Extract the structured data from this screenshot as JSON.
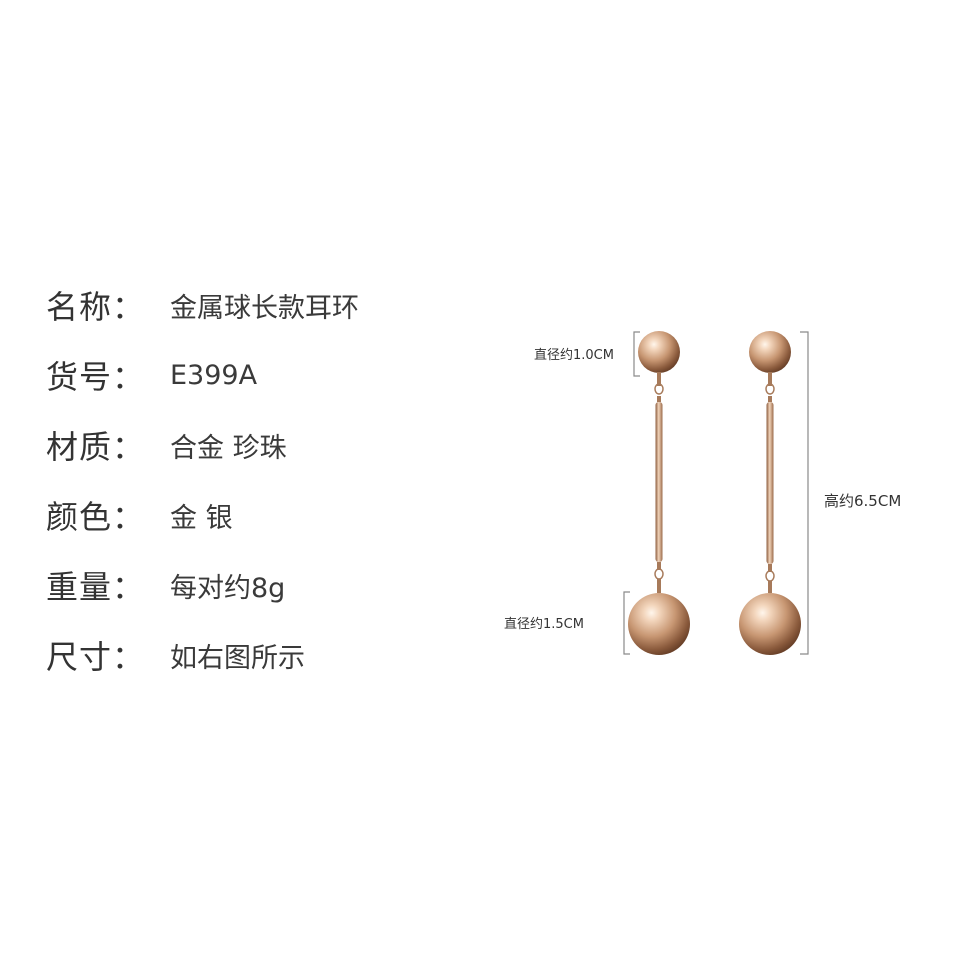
{
  "specs": [
    {
      "label": "名称：",
      "value": "金属球长款耳环"
    },
    {
      "label": "货号：",
      "value": "E399A"
    },
    {
      "label": "材质：",
      "value": "合金 珍珠"
    },
    {
      "label": "颜色：",
      "value": "金 银"
    },
    {
      "label": "重量：",
      "value": "每对约8g"
    },
    {
      "label": "尺寸：",
      "value": "如右图所示"
    }
  ],
  "dimensions": {
    "top_ball": "直径约1.0CM",
    "bottom_ball": "直径约1.5CM",
    "height": "高约6.5CM"
  },
  "colors": {
    "gold_light": "#f6dfc9",
    "gold_mid": "#c89a74",
    "gold_dark": "#7a4e33",
    "text": "#333333",
    "bracket": "#888888"
  }
}
